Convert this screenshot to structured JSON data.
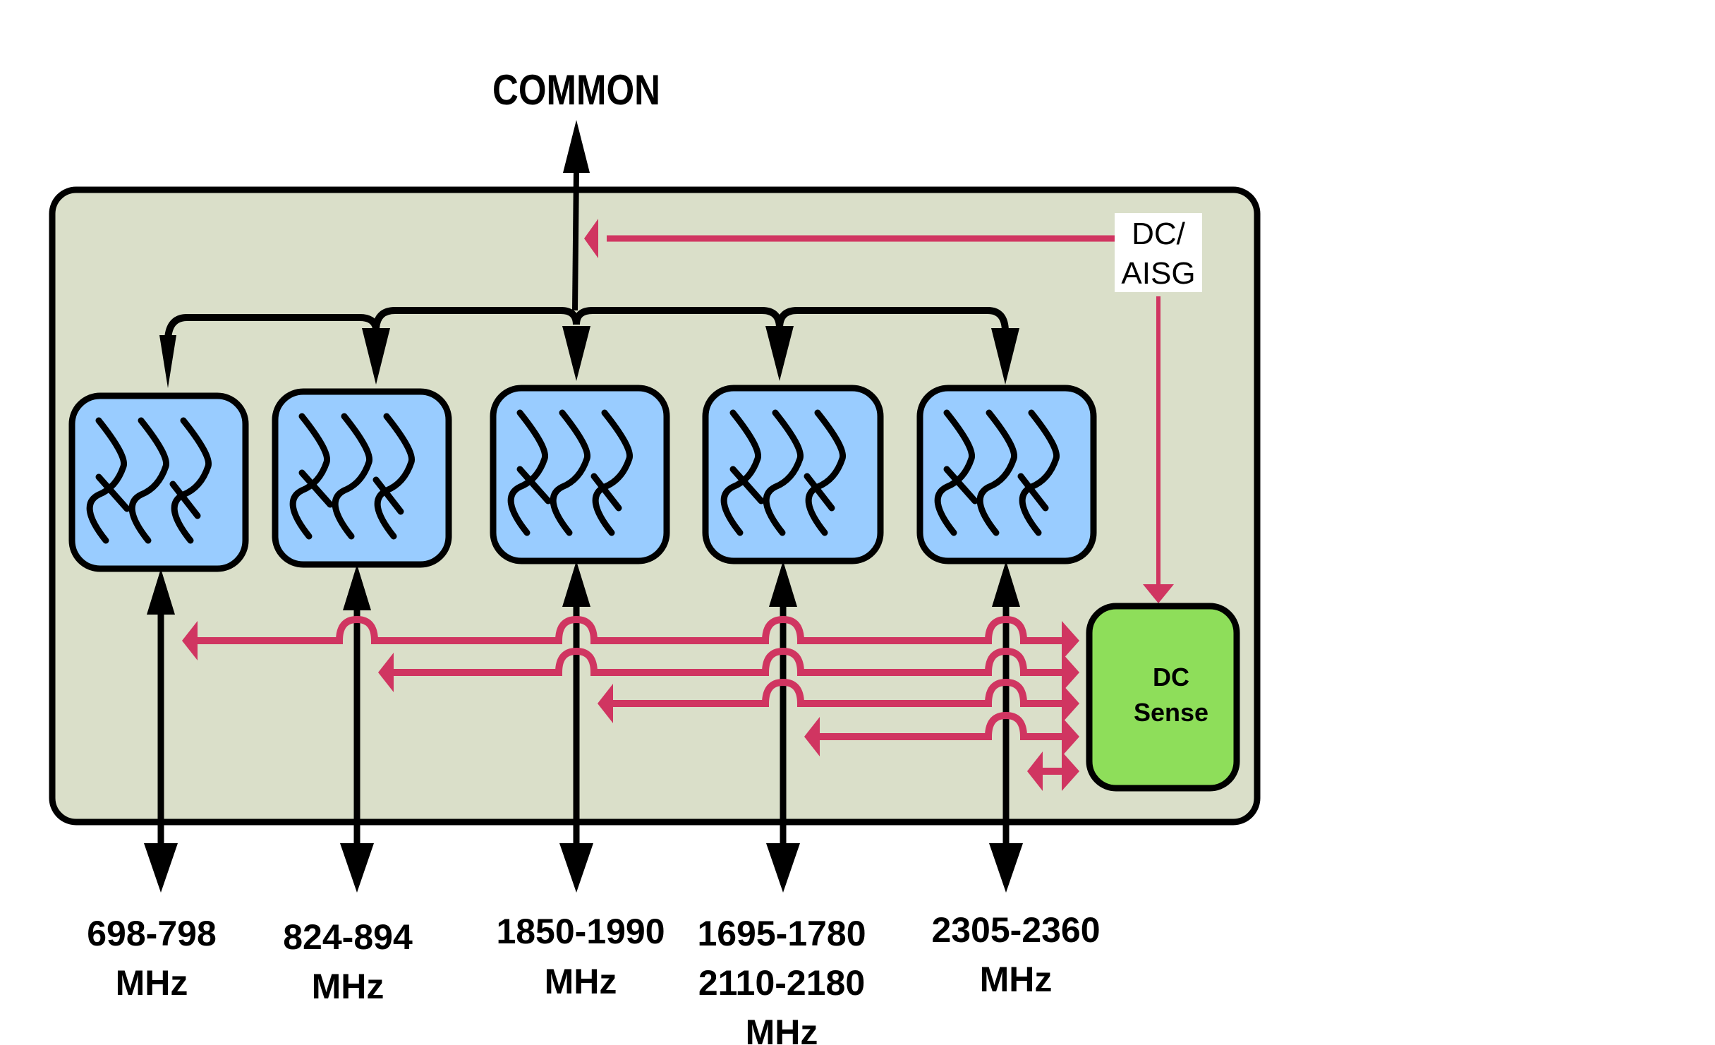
{
  "diagram": {
    "common_label": "COMMON",
    "control_label_line1": "DC/",
    "control_label_line2": "AISG",
    "dc_sense_line1": "DC",
    "dc_sense_line2": "Sense",
    "colors": {
      "enclosure_fill": "#dadfc9",
      "filter_fill": "#99ccff",
      "dc_sense_fill": "#8ede5a",
      "dc_line": "#d03561",
      "outline": "#000000"
    },
    "ports": [
      {
        "band_line1": "698-798",
        "band_line2": "MHz",
        "band_line3": ""
      },
      {
        "band_line1": "824-894",
        "band_line2": "MHz",
        "band_line3": ""
      },
      {
        "band_line1": "1850-1990",
        "band_line2": "MHz",
        "band_line3": ""
      },
      {
        "band_line1": "1695-1780",
        "band_line2": "2110-2180",
        "band_line3": "MHz"
      },
      {
        "band_line1": "2305-2360",
        "band_line2": "MHz",
        "band_line3": ""
      }
    ]
  }
}
